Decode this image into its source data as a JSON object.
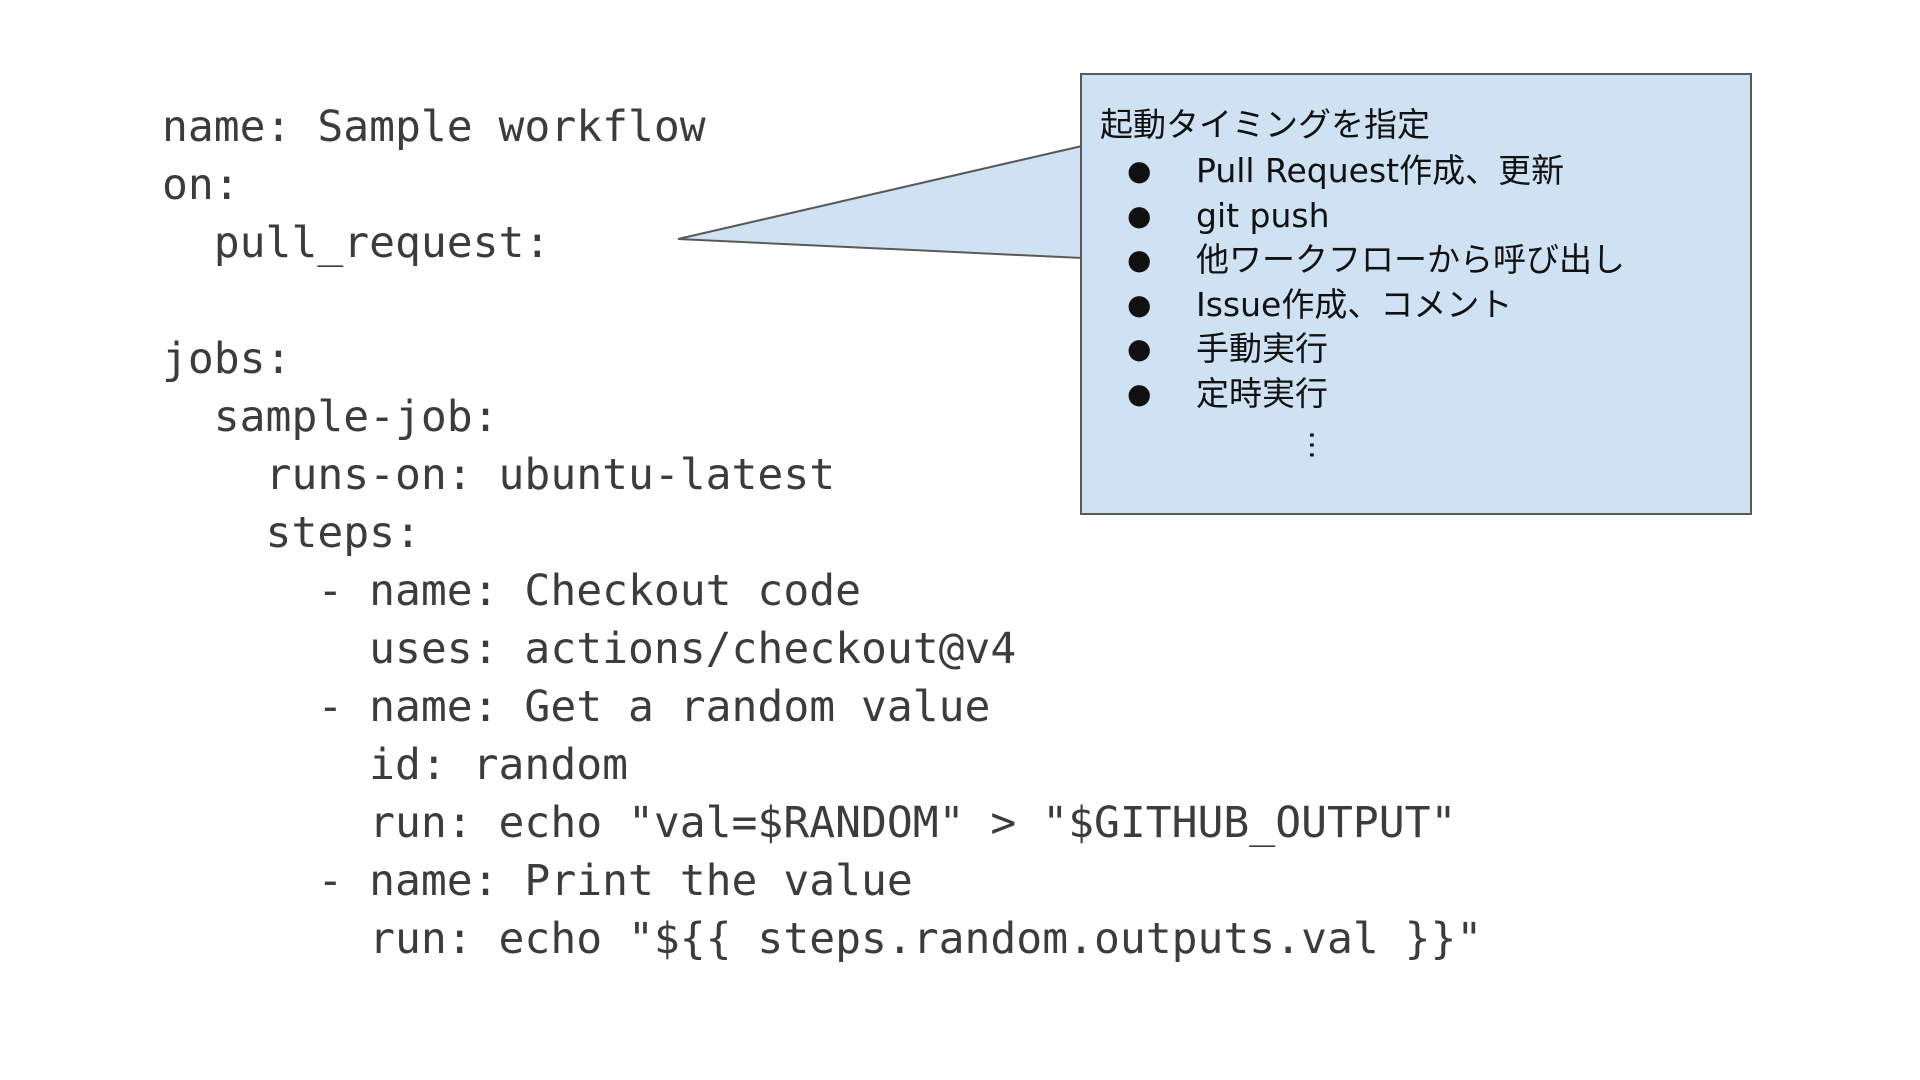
{
  "code": {
    "lines": [
      "name: Sample workflow",
      "on:",
      "  pull_request:",
      "",
      "jobs:",
      "  sample-job:",
      "    runs-on: ubuntu-latest",
      "    steps:",
      "      - name: Checkout code",
      "        uses: actions/checkout@v4",
      "      - name: Get a random value",
      "        id: random",
      "        run: echo \"val=$RANDOM\" > \"$GITHUB_OUTPUT\"",
      "      - name: Print the value",
      "        run: echo \"${{ steps.random.outputs.val }}\""
    ]
  },
  "callout": {
    "title": "起動タイミングを指定",
    "bullet": "●",
    "items": [
      "Pull Request作成、更新",
      "git push",
      "他ワークフローから呼び出し",
      "Issue作成、コメント",
      "手動実行",
      "定時実行"
    ],
    "ellipsis": "…",
    "fill_color": "#cfe2f3",
    "border_color": "#595959"
  }
}
